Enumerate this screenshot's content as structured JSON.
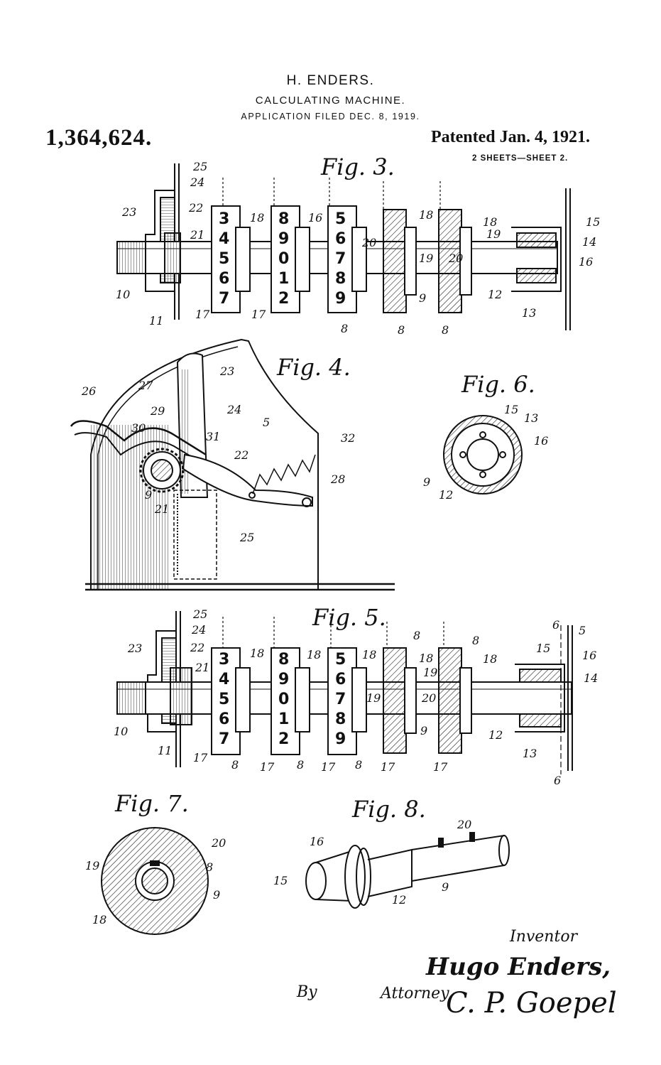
{
  "header": {
    "inventor": "H. ENDERS.",
    "title": "CALCULATING MACHINE.",
    "filed": "APPLICATION FILED DEC. 8, 1919."
  },
  "patent": {
    "number": "1,364,624.",
    "patented": "Patented Jan. 4, 1921.",
    "sheets": "2 SHEETS—SHEET 2."
  },
  "figures": {
    "fig3": "Fig. 3.",
    "fig4": "Fig. 4.",
    "fig5": "Fig. 5.",
    "fig6": "Fig. 6.",
    "fig7": "Fig. 7.",
    "fig8": "Fig. 8."
  },
  "dials": {
    "wheel1": [
      "3",
      "4",
      "5",
      "6",
      "7"
    ],
    "wheel2": [
      "8",
      "9",
      "0",
      "1",
      "2"
    ],
    "wheel3": [
      "5",
      "6",
      "7",
      "8",
      "9"
    ]
  },
  "refs": {
    "fig3": [
      "25",
      "24",
      "23",
      "22",
      "21",
      "10",
      "11",
      "17",
      "18",
      "16",
      "17",
      "8",
      "20",
      "19",
      "18",
      "18",
      "19",
      "20",
      "9",
      "8",
      "8",
      "12",
      "13",
      "15",
      "14",
      "16"
    ],
    "fig4": [
      "26",
      "27",
      "23",
      "24",
      "29",
      "30",
      "31",
      "5",
      "32",
      "22",
      "28",
      "9",
      "21",
      "25"
    ],
    "fig6": [
      "15",
      "13",
      "16",
      "9",
      "12"
    ],
    "fig5": [
      "25",
      "24",
      "23",
      "22",
      "21",
      "10",
      "11",
      "17",
      "8",
      "18",
      "18",
      "18",
      "17",
      "8",
      "17",
      "8",
      "8",
      "8",
      "18",
      "19",
      "19",
      "20",
      "9",
      "18",
      "17",
      "17",
      "6",
      "5",
      "15",
      "16",
      "14",
      "12",
      "13",
      "6"
    ],
    "fig7": [
      "20",
      "19",
      "8",
      "9",
      "18"
    ],
    "fig8": [
      "20",
      "16",
      "15",
      "12",
      "9"
    ]
  },
  "signature": {
    "inventor_label": "Inventor",
    "inventor_name": "Hugo Enders,",
    "by": "By",
    "attorney_label": "Attorney",
    "attorney_name": "C. P. Goepel"
  }
}
